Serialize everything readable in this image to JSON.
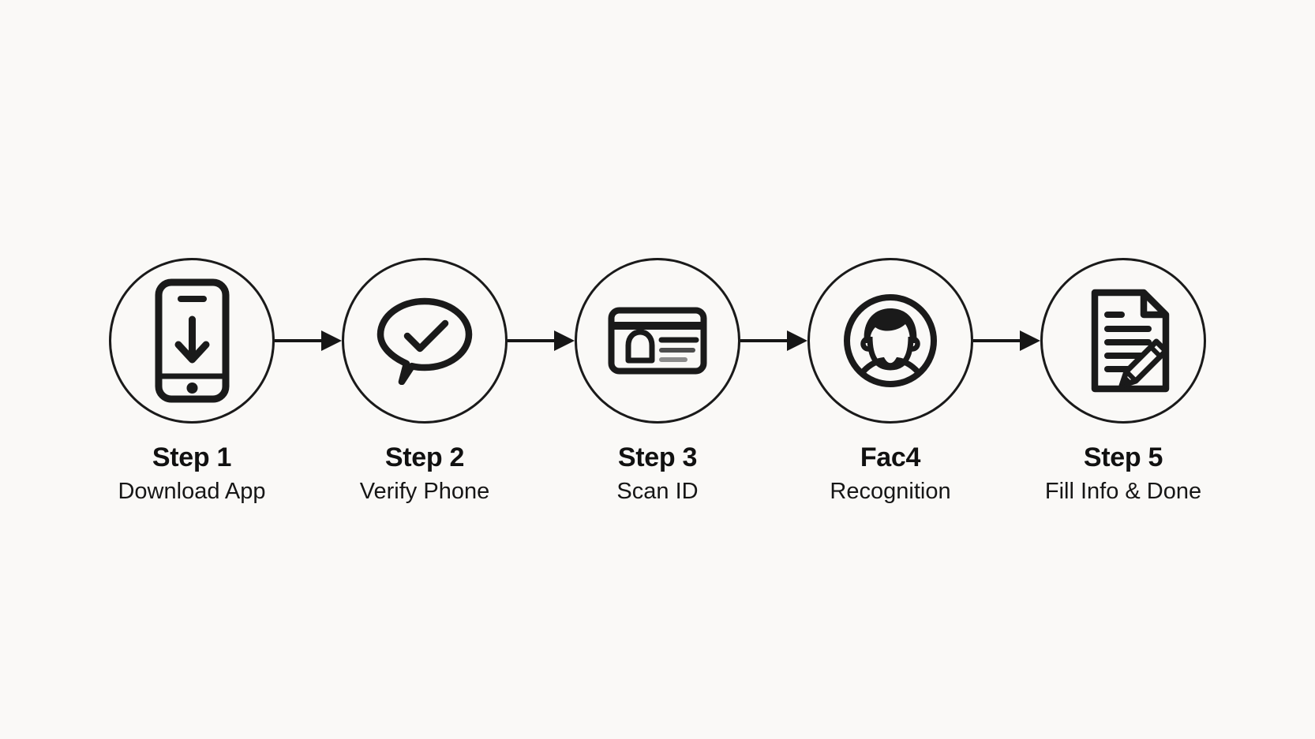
{
  "diagram": {
    "name": "signup-onboarding-process-flow",
    "background": "#faf9f7",
    "stroke_color": "#1a1a1a",
    "card_line_gray_dark": "#4d4d4d",
    "card_line_gray_light": "#8c8c8c",
    "connector_style": "right-arrow",
    "connector_count": 4
  },
  "steps": [
    {
      "title": "Step 1",
      "subtitle": "Download App",
      "icon": "phone-download-icon"
    },
    {
      "title": "Step 2",
      "subtitle": "Verify Phone",
      "icon": "chat-check-icon"
    },
    {
      "title": "Step 3",
      "subtitle": "Scan ID",
      "icon": "id-card-icon"
    },
    {
      "title": "Fac4",
      "subtitle": "Recognition",
      "icon": "face-avatar-icon"
    },
    {
      "title": "Step 5",
      "subtitle": "Fill Info & Done",
      "icon": "document-pencil-icon"
    }
  ]
}
